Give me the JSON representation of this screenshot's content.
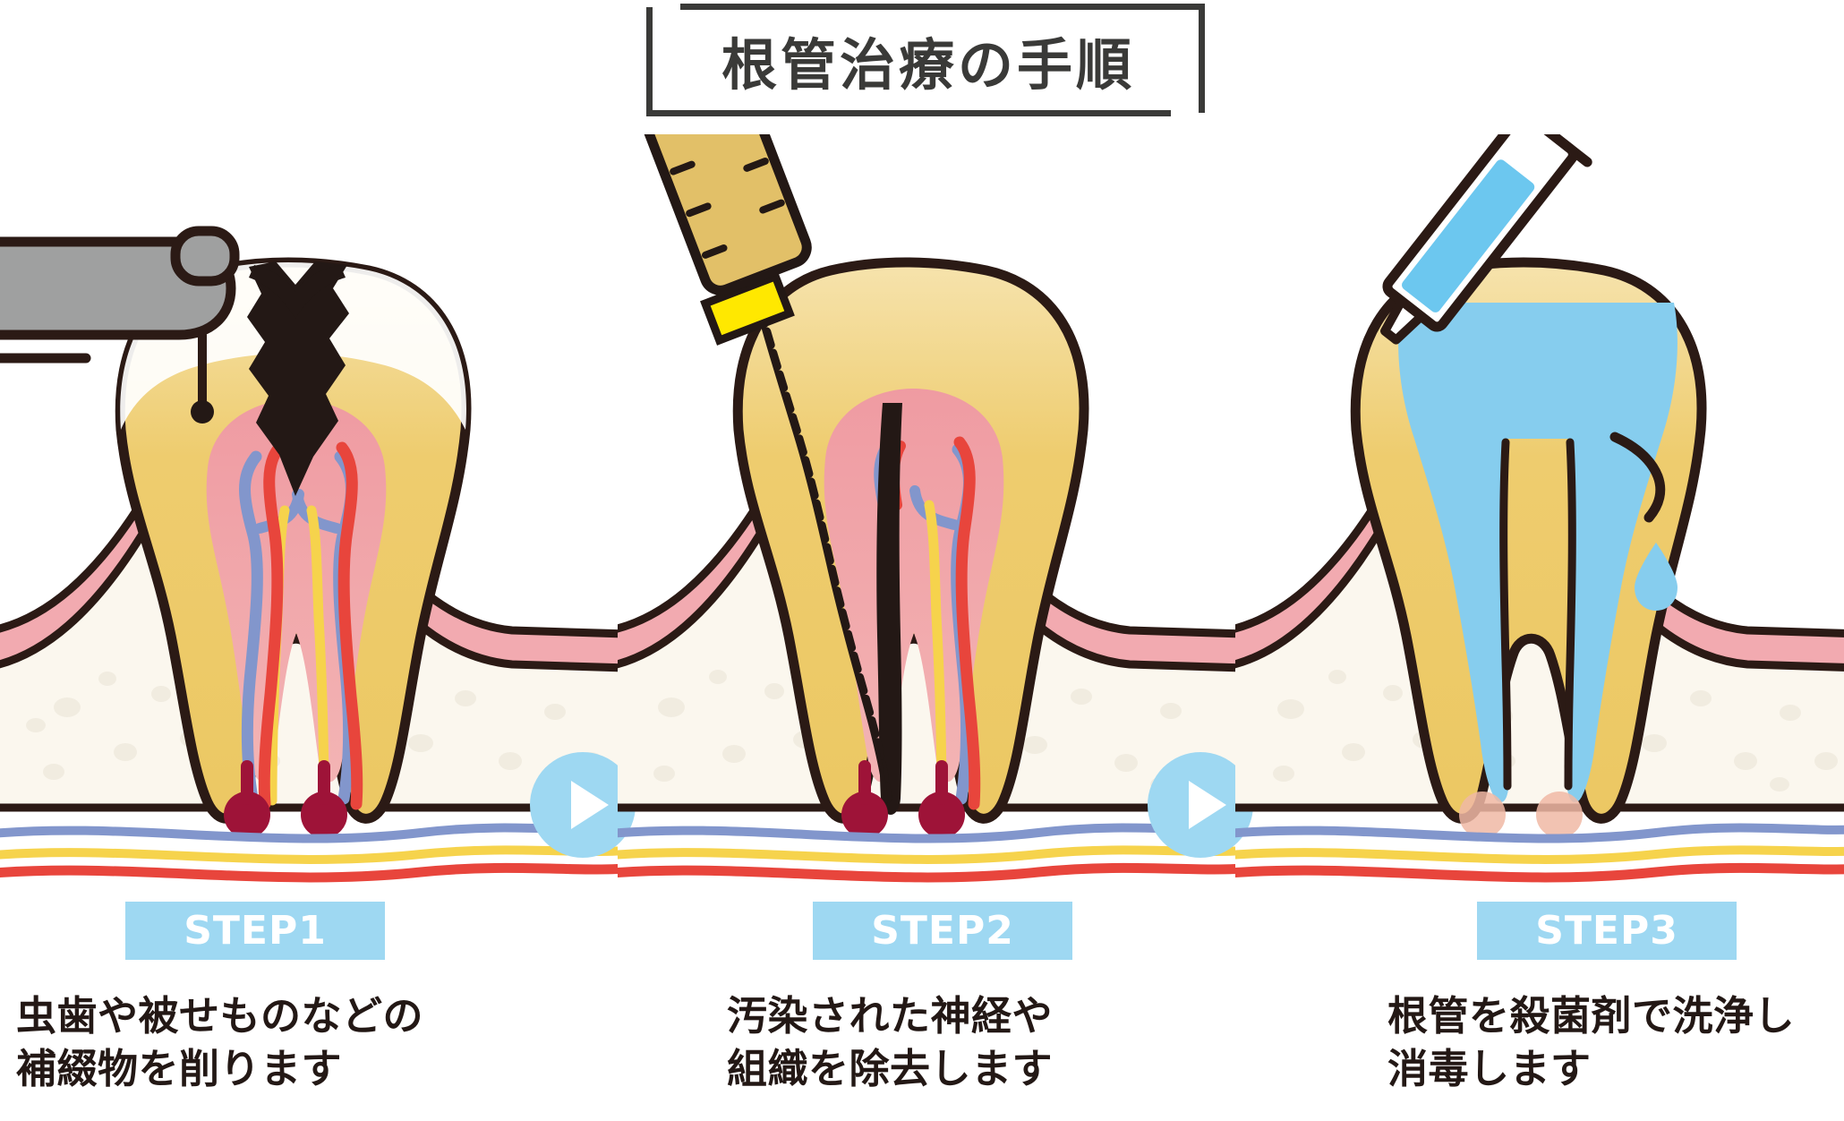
{
  "title": {
    "text": "根管治療の手順"
  },
  "colors": {
    "ink": "#231815",
    "outline": "#2b1a15",
    "title_ink": "#3a3a38",
    "badge_bg": "#9ed8f2",
    "badge_text": "#ffffff",
    "arrow_circle": "#9ed8f2",
    "arrow_triangle": "#ffffff",
    "dentin": "#ecc863",
    "enamel": "#ffffff",
    "pulp": "#f09da0",
    "bone": "#fbf7ee",
    "gum": "#f2aab0",
    "artery": "#e8453c",
    "vein": "#8296cc",
    "nerve": "#f6d34c",
    "drill_grey": "#9fa0a0",
    "file_handle": "#e2c068",
    "file_band": "#ffe800",
    "irrigant_blue": "#86cdee",
    "lesion_red": "#9e1338",
    "lesion_faded": "#f0b8a4"
  },
  "steps": [
    {
      "id": "step1",
      "badge": "STEP1",
      "caption_lines": [
        "虫歯や被せものなどの",
        "補綴物を削ります"
      ],
      "illustration": "tooth-with-decay-and-drill",
      "icons": [
        "dental-drill-icon",
        "decayed-tooth-icon"
      ]
    },
    {
      "id": "step2",
      "badge": "STEP2",
      "caption_lines": [
        "汚染された神経や",
        "組織を除去します"
      ],
      "illustration": "tooth-with-endodontic-file",
      "icons": [
        "endodontic-file-icon",
        "tooth-icon"
      ]
    },
    {
      "id": "step3",
      "badge": "STEP3",
      "caption_lines": [
        "根管を殺菌剤で洗浄し",
        "消毒します"
      ],
      "illustration": "tooth-irrigated-with-syringe",
      "icons": [
        "syringe-icon",
        "droplet-icon",
        "tooth-icon"
      ]
    }
  ],
  "arrows": [
    {
      "id": "arrow-1",
      "icon": "play-arrow-icon"
    },
    {
      "id": "arrow-2",
      "icon": "play-arrow-icon"
    }
  ]
}
